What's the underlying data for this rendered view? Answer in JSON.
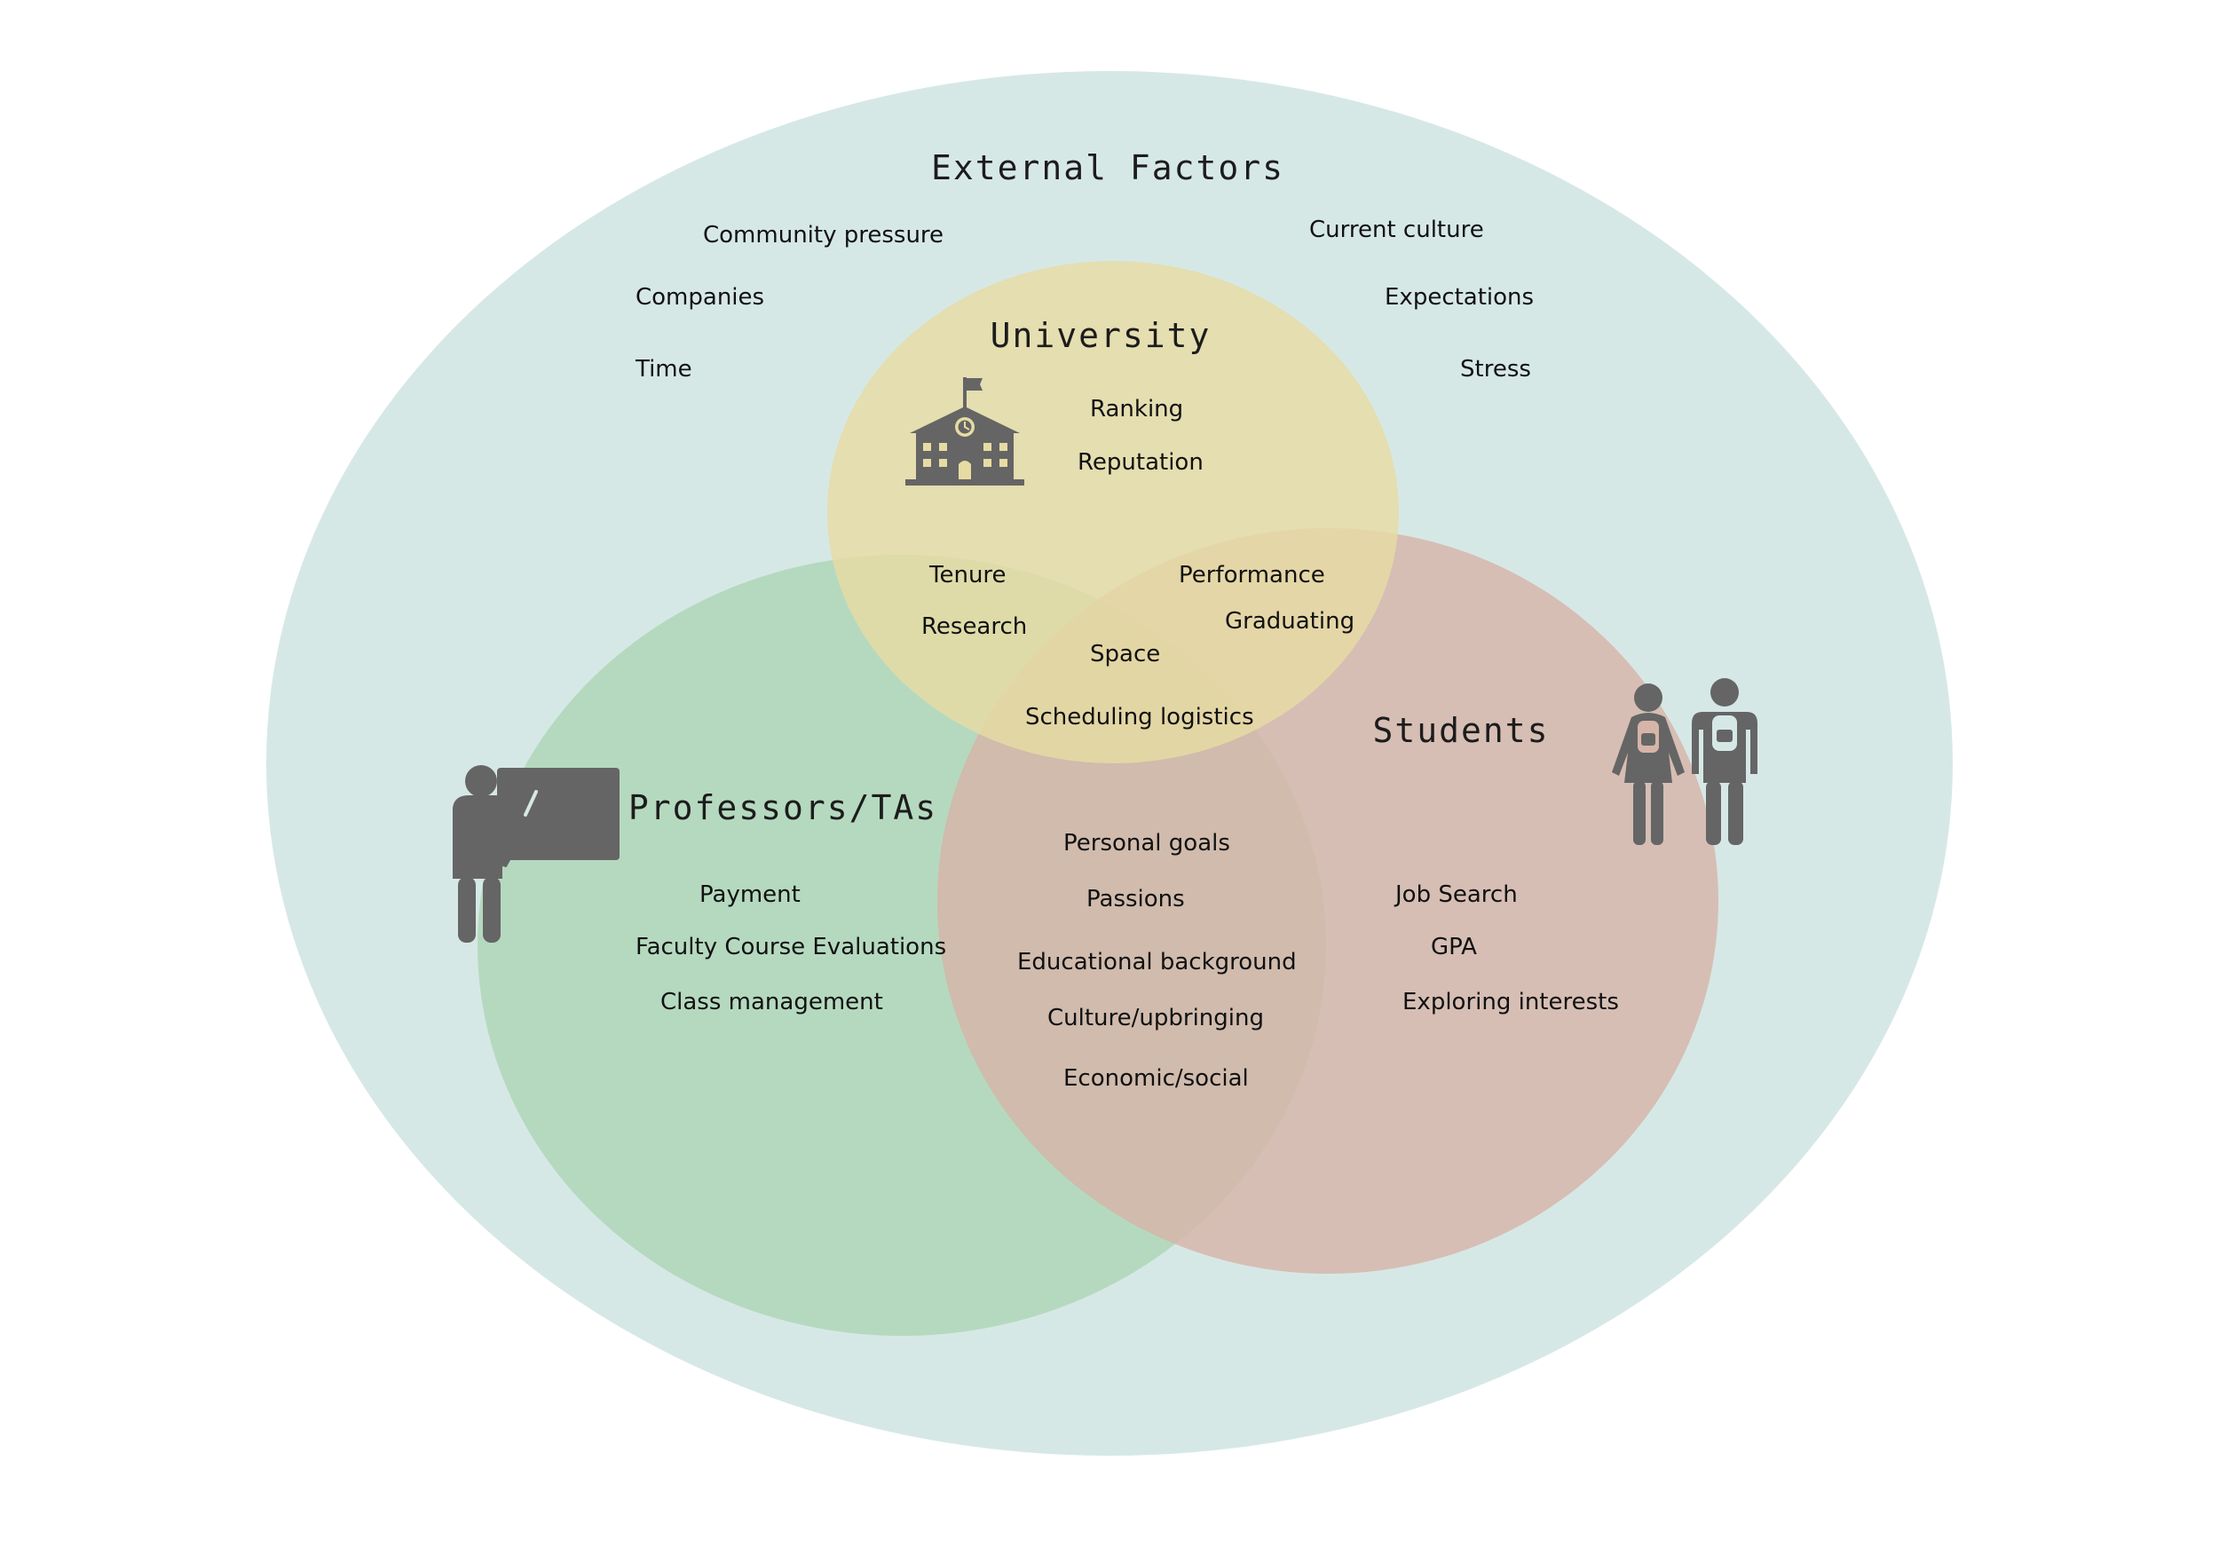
{
  "colors": {
    "external": "#d6e8e6",
    "university": "#e6dca3",
    "professors": "#a8d2b0",
    "students": "#d6b5a8",
    "icon": "#656565",
    "text": "#111111"
  },
  "external": {
    "title": "External Factors",
    "items": [
      "Community pressure",
      "Companies",
      "Time",
      "Current culture",
      "Expectations",
      "Stress"
    ]
  },
  "university": {
    "title": "University",
    "icon": "school-building-icon",
    "items": [
      "Ranking",
      "Reputation"
    ]
  },
  "professors": {
    "title": "Professors/TAs",
    "icon": "teacher-at-blackboard-icon",
    "items": [
      "Payment",
      "Faculty Course Evaluations",
      "Class management"
    ]
  },
  "students": {
    "title": "Students",
    "icon": "students-with-backpacks-icon",
    "items": [
      "Job Search",
      "GPA",
      "Exploring interests"
    ]
  },
  "overlaps": {
    "university_professors": [
      "Tenure",
      "Research"
    ],
    "university_students": [
      "Performance",
      "Graduating"
    ],
    "all_three": [
      "Space",
      "Scheduling logistics"
    ],
    "professors_students": [
      "Personal goals",
      "Passions",
      "Educational background",
      "Culture/upbringing",
      "Economic/social"
    ]
  }
}
